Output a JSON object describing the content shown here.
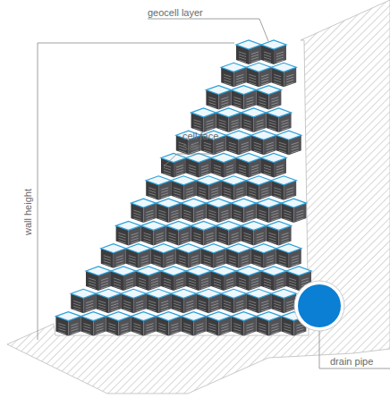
{
  "diagram": {
    "labels": [
      "geocell layer",
      "cell face side",
      "wall height",
      "drain pipe"
    ]
  }
}
